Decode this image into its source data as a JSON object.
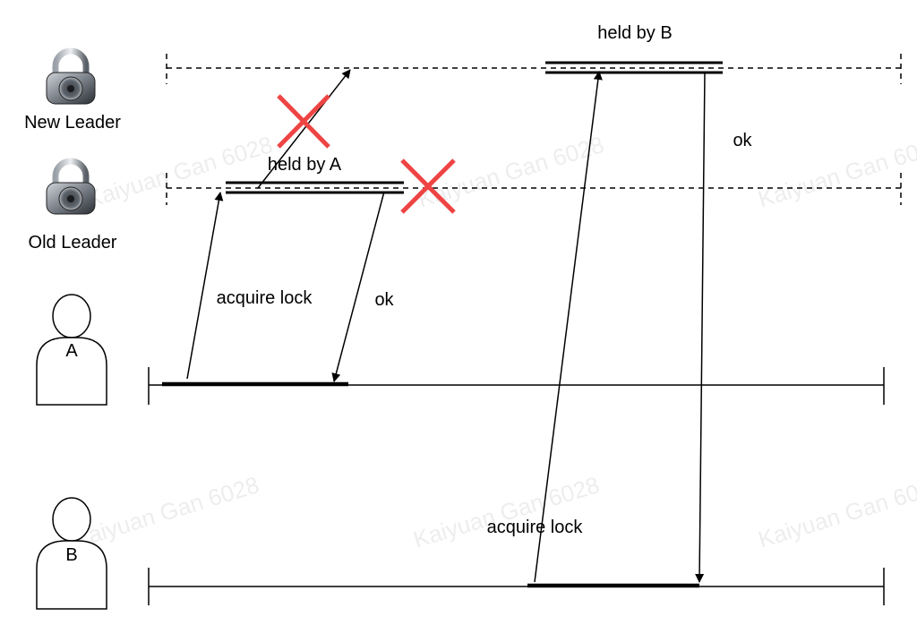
{
  "participants": [
    {
      "id": "new-leader",
      "label": "New Leader",
      "icon": "lock-icon"
    },
    {
      "id": "old-leader",
      "label": "Old Leader",
      "icon": "lock-icon"
    },
    {
      "id": "client-a",
      "label": "A",
      "icon": "person-icon"
    },
    {
      "id": "client-b",
      "label": "B",
      "icon": "person-icon"
    }
  ],
  "labels": {
    "held_by_a": "held by A",
    "held_by_b": "held by B",
    "a_acquire": "acquire lock",
    "a_ok": "ok",
    "b_acquire": "acquire lock",
    "b_ok": "ok"
  },
  "watermark": "Kaiyuan Gan 6028",
  "colors": {
    "line": "#000000",
    "cross": "#ee4444"
  }
}
